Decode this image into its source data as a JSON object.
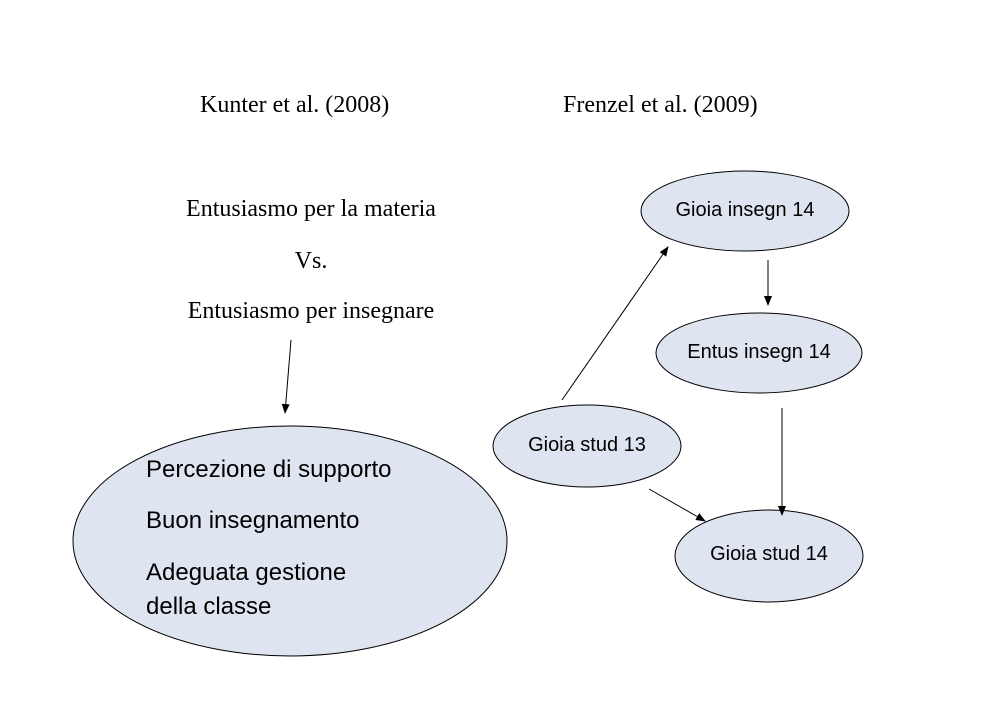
{
  "headings": {
    "left": "Kunter et al. (2008)",
    "right": "Frenzel et al. (2009)"
  },
  "kunter": {
    "line1": "Entusiasmo per la materia",
    "line2": "Vs.",
    "line3": "Entusiasmo per insegnare",
    "outcomes": [
      "Percezione di supporto",
      "Buon insegnamento",
      "Adeguata gestione",
      "della classe"
    ]
  },
  "frenzel": {
    "nodes": {
      "gioia_insegn_14": "Gioia insegn 14",
      "entus_insegn_14": "Entus insegn 14",
      "gioia_stud_13": "Gioia stud 13",
      "gioia_stud_14": "Gioia stud 14"
    }
  },
  "colors": {
    "node_fill": "#dfe5f0",
    "node_stroke": "#000000",
    "arrow": "#000000"
  }
}
